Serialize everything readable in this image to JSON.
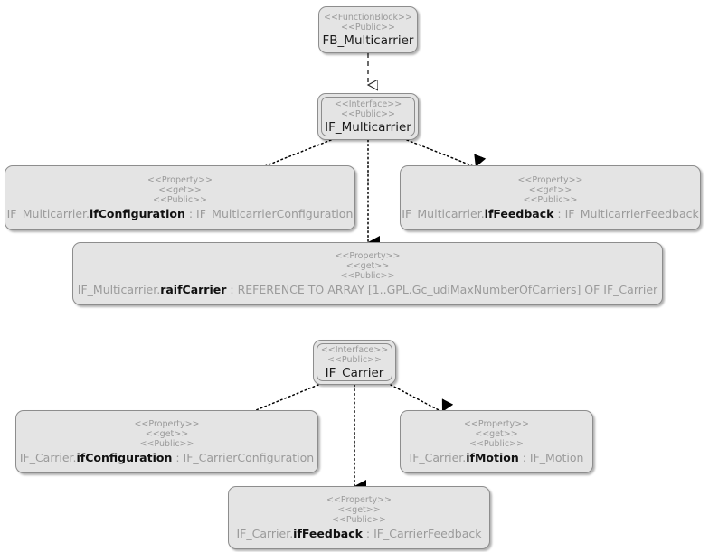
{
  "diagram": {
    "kind": "uml-class-diagram",
    "title": "IF_Multicarrier / IF_Carrier interface structure",
    "colors": {
      "node_fill": "#e4e4e4",
      "node_border": "#8d8d8d",
      "stereotype_text": "#9a9a9a",
      "member_text": "#111111",
      "type_text": "#9a9a9a",
      "edge": "#000000",
      "background": "#ffffff"
    }
  },
  "nodes": {
    "fb_multicarrier": {
      "stereotypes": [
        "<<FunctionBlock>>",
        "<<Public>>"
      ],
      "name": "FB_Multicarrier",
      "shape": "single-rounded"
    },
    "if_multicarrier": {
      "stereotypes": [
        "<<Interface>>",
        "<<Public>>"
      ],
      "name": "IF_Multicarrier",
      "shape": "double-rounded"
    },
    "mc_ifconfiguration": {
      "stereotypes": [
        "<<Property>>",
        "<<get>>",
        "<<Public>>"
      ],
      "prefix": "IF_Multicarrier.",
      "member": "ifConfiguration",
      "separator": " : ",
      "type": "IF_MulticarrierConfiguration"
    },
    "mc_iffeedback": {
      "stereotypes": [
        "<<Property>>",
        "<<get>>",
        "<<Public>>"
      ],
      "prefix": "IF_Multicarrier.",
      "member": "ifFeedback",
      "separator": " : ",
      "type": "IF_MulticarrierFeedback"
    },
    "mc_raifcarrier": {
      "stereotypes": [
        "<<Property>>",
        "<<get>>",
        "<<Public>>"
      ],
      "prefix": "IF_Multicarrier.",
      "member": "raifCarrier",
      "separator": " : ",
      "type": "REFERENCE TO ARRAY [1..GPL.Gc_udiMaxNumberOfCarriers] OF IF_Carrier"
    },
    "if_carrier": {
      "stereotypes": [
        "<<Interface>>",
        "<<Public>>"
      ],
      "name": "IF_Carrier",
      "shape": "double-rounded"
    },
    "ca_ifconfiguration": {
      "stereotypes": [
        "<<Property>>",
        "<<get>>",
        "<<Public>>"
      ],
      "prefix": "IF_Carrier.",
      "member": "ifConfiguration",
      "separator": " : ",
      "type": "IF_CarrierConfiguration"
    },
    "ca_ifmotion": {
      "stereotypes": [
        "<<Property>>",
        "<<get>>",
        "<<Public>>"
      ],
      "prefix": "IF_Carrier.",
      "member": "ifMotion",
      "separator": " : ",
      "type": "IF_Motion"
    },
    "ca_iffeedback": {
      "stereotypes": [
        "<<Property>>",
        "<<get>>",
        "<<Public>>"
      ],
      "prefix": "IF_Carrier.",
      "member": "ifFeedback",
      "separator": " : ",
      "type": "IF_CarrierFeedback"
    }
  },
  "edges": [
    {
      "from": "fb_multicarrier",
      "to": "if_multicarrier",
      "style": "dashed",
      "arrow": "hollow-triangle",
      "relation": "realization"
    },
    {
      "from": "if_multicarrier",
      "to": "mc_ifconfiguration",
      "style": "dotted",
      "arrow": "filled-triangle",
      "relation": "property"
    },
    {
      "from": "if_multicarrier",
      "to": "mc_iffeedback",
      "style": "dotted",
      "arrow": "filled-triangle",
      "relation": "property"
    },
    {
      "from": "if_multicarrier",
      "to": "mc_raifcarrier",
      "style": "dotted",
      "arrow": "filled-triangle",
      "relation": "property"
    },
    {
      "from": "if_carrier",
      "to": "ca_ifconfiguration",
      "style": "dotted",
      "arrow": "filled-triangle",
      "relation": "property"
    },
    {
      "from": "if_carrier",
      "to": "ca_ifmotion",
      "style": "dotted",
      "arrow": "filled-triangle",
      "relation": "property"
    },
    {
      "from": "if_carrier",
      "to": "ca_iffeedback",
      "style": "dotted",
      "arrow": "filled-triangle",
      "relation": "property"
    }
  ]
}
